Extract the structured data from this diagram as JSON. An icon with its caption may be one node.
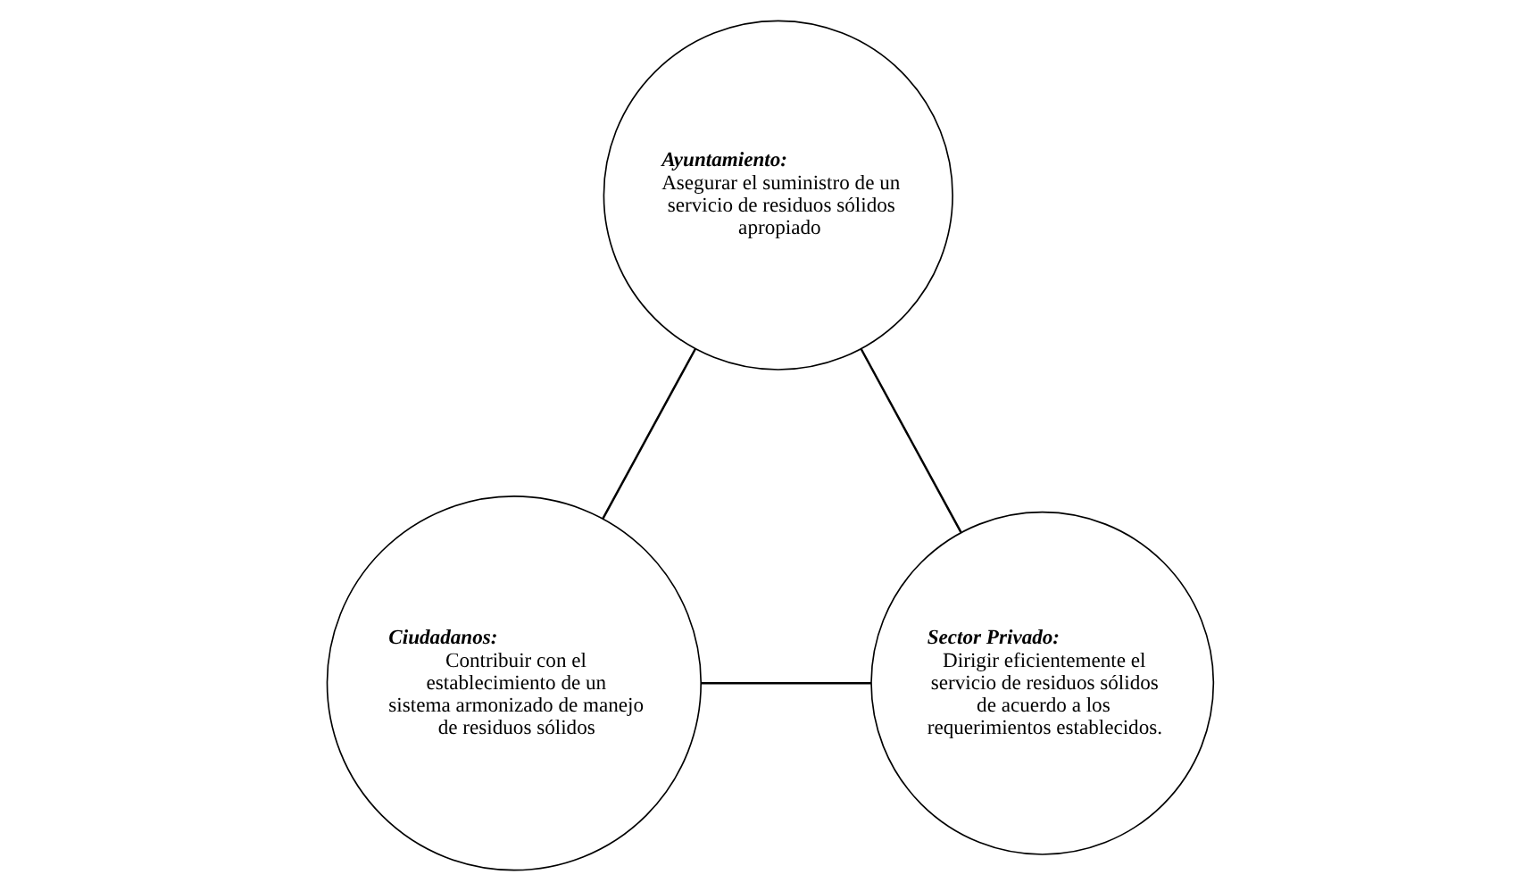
{
  "diagram": {
    "nodes": [
      {
        "text": [
          "Ayuntamiento:",
          "Asegurar el suministro de un servicio de residuos sólidos apropiado"
        ]
      },
      {
        "text": [
          "Ciudadanos:",
          "Contribuir con el establecimiento de un sistema armonizado de manejo de residuos sólidos"
        ]
      },
      {
        "text": [
          "Sector Privado:",
          "Dirigir eficientemente el servicio de residuos sólidos de acuerdo a los requerimientos establecidos."
        ]
      }
    ],
    "edges": [
      {
        "from": 0,
        "to": 1,
        "arrow": "none"
      },
      {
        "from": 0,
        "to": 2,
        "arrow": "none"
      },
      {
        "from": 1,
        "to": 2,
        "arrow": "none"
      }
    ]
  }
}
